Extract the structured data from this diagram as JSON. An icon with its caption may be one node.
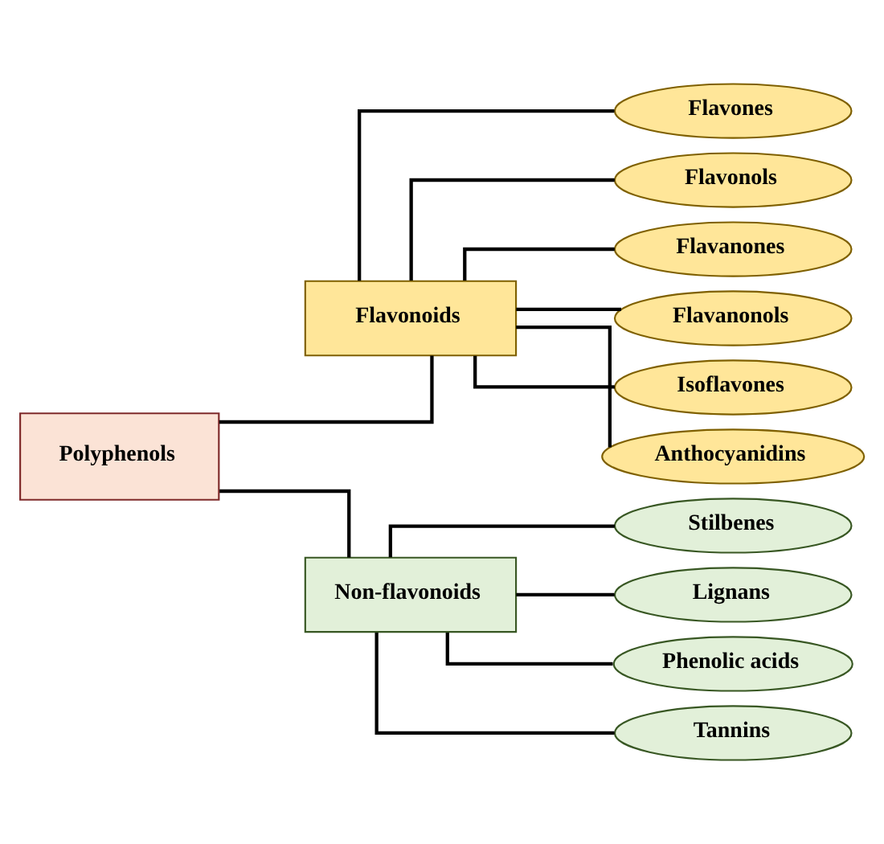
{
  "diagram": {
    "nodes": [
      {
        "text": [
          "Polyphenols"
        ]
      },
      {
        "text": [
          "Flavonoids"
        ]
      },
      {
        "text": [
          "Non-flavonoids"
        ]
      },
      {
        "text": [
          "Flavones"
        ]
      },
      {
        "text": [
          "Flavonols"
        ]
      },
      {
        "text": [
          "Flavanones"
        ]
      },
      {
        "text": [
          "Flavanonols"
        ]
      },
      {
        "text": [
          "Isoflavones"
        ]
      },
      {
        "text": [
          "Anthocyanidins"
        ]
      },
      {
        "text": [
          "Stilbenes"
        ]
      },
      {
        "text": [
          "Lignans"
        ]
      },
      {
        "text": [
          "Phenolic acids"
        ]
      },
      {
        "text": [
          "Tannins"
        ]
      }
    ],
    "edges": [
      {
        "from": 0,
        "to": 1,
        "arrow": "none"
      },
      {
        "from": 0,
        "to": 2,
        "arrow": "none"
      },
      {
        "from": 1,
        "to": 3,
        "arrow": "none"
      },
      {
        "from": 1,
        "to": 4,
        "arrow": "none"
      },
      {
        "from": 1,
        "to": 5,
        "arrow": "none"
      },
      {
        "from": 1,
        "to": 6,
        "arrow": "none"
      },
      {
        "from": 1,
        "to": 7,
        "arrow": "none"
      },
      {
        "from": 1,
        "to": 8,
        "arrow": "none"
      },
      {
        "from": 2,
        "to": 9,
        "arrow": "none"
      },
      {
        "from": 2,
        "to": 10,
        "arrow": "none"
      },
      {
        "from": 2,
        "to": 11,
        "arrow": "none"
      },
      {
        "from": 2,
        "to": 12,
        "arrow": "none"
      }
    ]
  }
}
